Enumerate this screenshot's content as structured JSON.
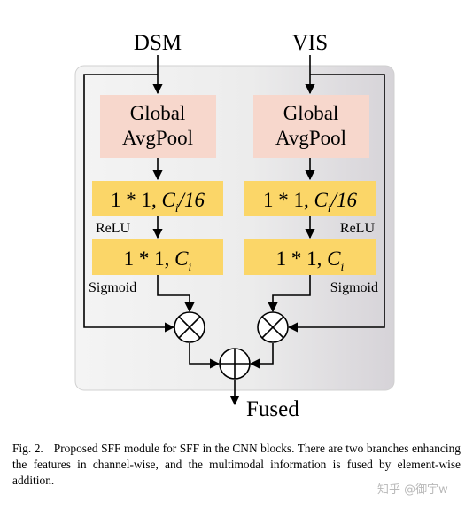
{
  "inputs": {
    "left": "DSM",
    "right": "VIS"
  },
  "left_branch": {
    "pool_line1": "Global",
    "pool_line2": "AvgPool",
    "conv1_prefix": "1 * 1, ",
    "conv1_var": "C",
    "conv1_sub": "i",
    "conv1_suffix": "/16",
    "act1": "ReLU",
    "conv2_prefix": "1 * 1, ",
    "conv2_var": "C",
    "conv2_sub": "i",
    "act2": "Sigmoid"
  },
  "right_branch": {
    "pool_line1": "Global",
    "pool_line2": "AvgPool",
    "conv1_prefix": "1 * 1, ",
    "conv1_var": "C",
    "conv1_sub": "i",
    "conv1_suffix": "/16",
    "act1": "ReLU",
    "conv2_prefix": "1 * 1, ",
    "conv2_var": "C",
    "conv2_sub": "i",
    "act2": "Sigmoid"
  },
  "output": "Fused",
  "caption": {
    "label": "Fig. 2.",
    "text": "Proposed SFF module for SFF in the CNN blocks. There are two branches enhancing the features in channel-wise, and the multimodal information is fused by element-wise addition."
  },
  "watermark": "知乎 @御宇w",
  "colors": {
    "pool_box": "#f7d7cc",
    "conv_box": "#fbd668",
    "panel_left": "#f4f4f4",
    "panel_right": "#d6d3d8"
  }
}
